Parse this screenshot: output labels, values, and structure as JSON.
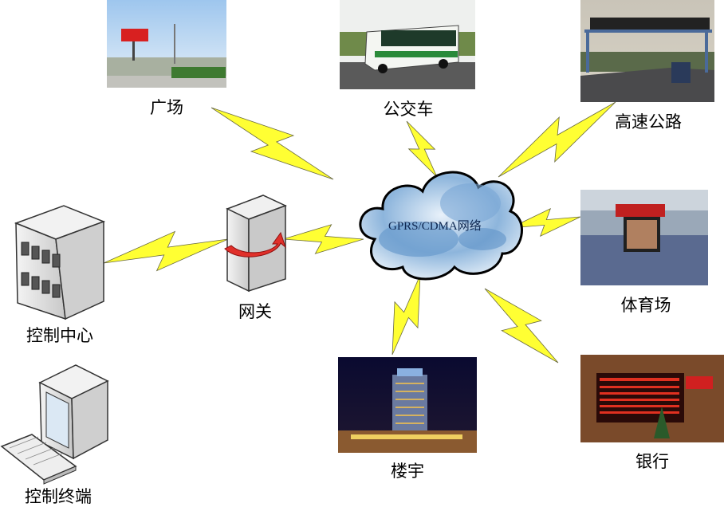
{
  "diagram": {
    "cloud_label": "GPRS/CDMA网络",
    "nodes": {
      "plaza": "广场",
      "bus": "公交车",
      "highway": "高速公路",
      "stadium": "体育场",
      "bank": "银行",
      "building": "楼宇",
      "gateway": "网关",
      "control_center": "控制中心",
      "control_terminal": "控制终端"
    }
  },
  "colors": {
    "bolt": "#ffff33",
    "cloud": "#6f9fcf",
    "led_red": "#e02020"
  }
}
